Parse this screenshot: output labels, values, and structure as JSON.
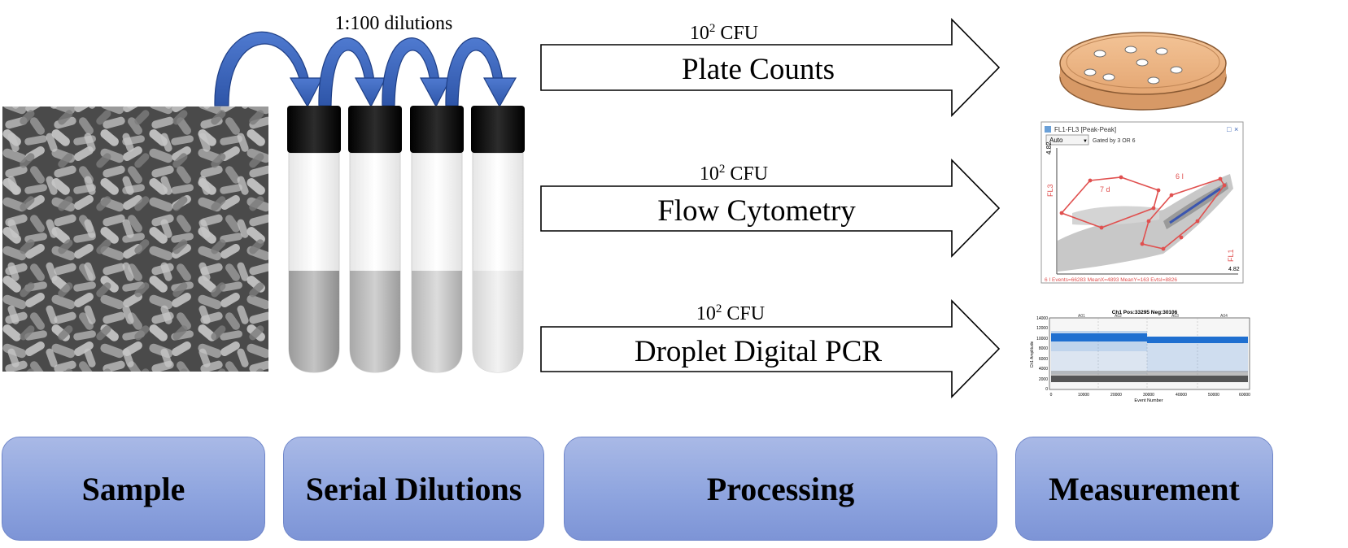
{
  "dilution": {
    "label": "1:100 dilutions"
  },
  "processing": [
    {
      "cfu_base": "10",
      "cfu_exp": "2",
      "cfu_unit": "CFU",
      "label": "Plate Counts"
    },
    {
      "cfu_base": "10",
      "cfu_exp": "2",
      "cfu_unit": "CFU",
      "label": "Flow Cytometry"
    },
    {
      "cfu_base": "10",
      "cfu_exp": "2",
      "cfu_unit": "CFU",
      "label": "Droplet Digital PCR"
    }
  ],
  "stages": [
    {
      "label": "Sample"
    },
    {
      "label": "Serial Dilutions"
    },
    {
      "label": "Processing"
    },
    {
      "label": "Measurement"
    }
  ],
  "flow_plot": {
    "title": "FL1-FL3 [Peak-Peak]",
    "dropdown": "Auto",
    "gated": "Gated by 3 OR 6",
    "y_axis": "FL3",
    "x_axis": "FL1",
    "y_max": "4.82",
    "x_max": "4.82",
    "gate_7": "7 d",
    "gate_6": "6 I",
    "stats": "6 I Events=66283  MeanX=4893  MeanY=163  EvtsI=8826"
  },
  "ddpcr_plot": {
    "title": "Ch1 Pos:33295 Neg:30106",
    "y_axis": "Ch1 Amplitude",
    "x_axis": "Event Number",
    "y_ticks": [
      "14000",
      "12000",
      "10000",
      "8000",
      "6000",
      "4000",
      "2000",
      "0"
    ],
    "x_ticks": [
      "0",
      "10000",
      "20000",
      "30000",
      "40000",
      "50000",
      "60000"
    ],
    "wells": [
      "A01",
      "A02",
      "A03",
      "A04"
    ]
  },
  "colors": {
    "arc_blue": "#3b63b8",
    "box_fill": "#98aee2",
    "gate_red": "#e0504f",
    "ddpcr_blue": "#1f6fd0",
    "plate_fill": "#f0b98a"
  }
}
